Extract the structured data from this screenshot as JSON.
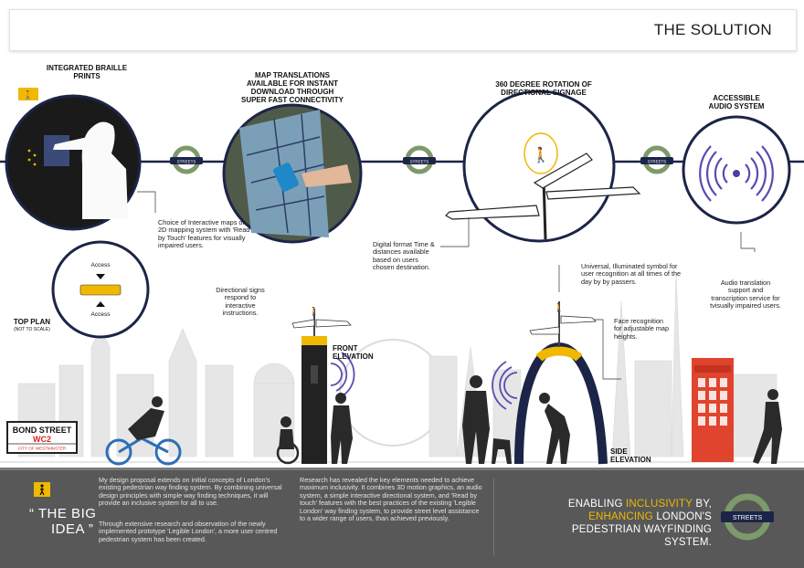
{
  "title": "THE SOLUTION",
  "labels": {
    "braille": "INTEGRATED BRAILLE PRINTS",
    "map": "MAP TRANSLATIONS AVAILABLE FOR INSTANT DOWNLOAD THROUGH SUPER FAST CONNECTIVITY",
    "rotation": "360 DEGREE ROTATION OF DIRECTIONAL SIGNAGE",
    "audio": "ACCESSIBLE AUDIO SYSTEM",
    "top_plan": "TOP PLAN",
    "top_plan_sub": "(NOT TO SCALE)",
    "front_elevation": "FRONT ELEVATION",
    "side_elevation": "SIDE ELEVATION",
    "access_top": "Access",
    "access_bottom": "Access"
  },
  "streets_pill": "STREETS",
  "notes": {
    "interactive_maps": "Choice of Interactive maps or 2D mapping system with 'Read by Touch' features for visually impaired users.",
    "digital_format": "Digital format Time & distances available based on users chosen destination.",
    "directional_signs": "Directional signs respond to interactive instructions.",
    "universal_symbol": "Universal, Illuminated symbol for user recognition at all times of the day by by passers.",
    "face_recognition": "Face recognition for adjustable map heights.",
    "audio_translation": "Audio translation support and transcription service for tvisually impaired users."
  },
  "street_sign": {
    "name": "BOND STREET",
    "district": "WC2",
    "borough": "CITY OF WESTMINSTER"
  },
  "bottom": {
    "big_idea": [
      "“ THE BIG",
      "IDEA ”"
    ],
    "para1": "My design proposal extends on initial concepts of London's existing pedestrian way finding system. By combining universal design principles with simple way finding techniques, it will provide an inclusive system for all to use.",
    "para2": "Through extensive research and observation of the newly implemented prototype 'Legible London', a more user centred pedestrian system has been created.",
    "para3": "Research has revealed the key elements needed to achieve maximum inclusivity. It combines 3D motion graphics, an audio system, a simple interactive directional system, and 'Read by touch' features with the best practices of the existing 'Legible London' way finding system, to provide street level assistance to a wider range of users, than achieved previously.",
    "tagline": {
      "l1a": "ENABLING ",
      "l1b": "INCLUSIVITY",
      "l1c": " BY,",
      "l2a": "ENHANCING",
      "l2b": " LONDON'S",
      "l3": "PEDESTRIAN WAYFINDING SYSTEM."
    }
  },
  "colors": {
    "navy": "#1c2448",
    "accent": "#f0b800",
    "roundel_green": "#7d9a6a",
    "bottom_bg": "#585858",
    "phone_box": "#e0442e"
  }
}
